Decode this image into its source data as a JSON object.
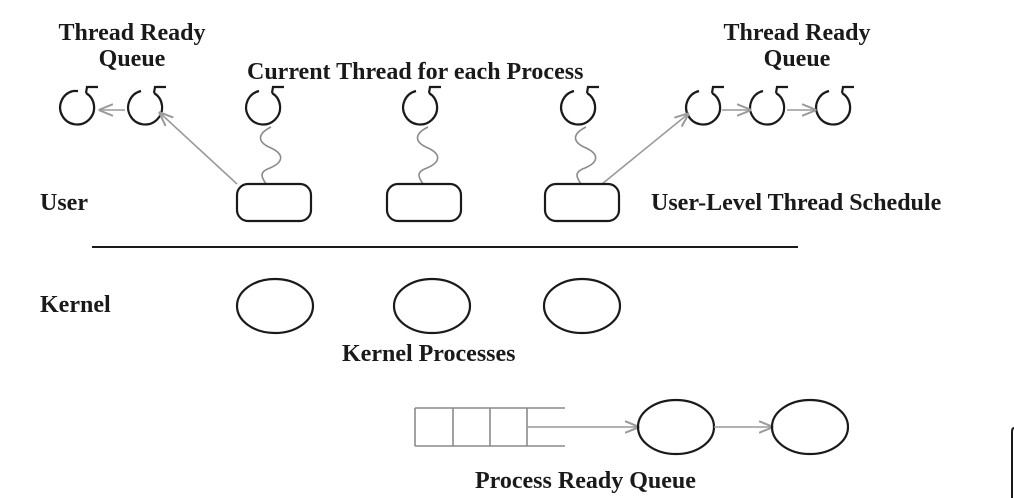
{
  "labels": {
    "left_queue_line1": "Thread Ready",
    "left_queue_line2": "Queue",
    "right_queue_line1": "Thread Ready",
    "right_queue_line2": "Queue",
    "current_thread": "Current Thread for each Process",
    "user": "User",
    "user_level_scheduler": "User-Level Thread Schedule",
    "kernel": "Kernel",
    "kernel_processes": "Kernel Processes",
    "process_ready_queue": "Process Ready Queue"
  },
  "colors": {
    "ink": "#1a1a1a",
    "arrow": "#9a9a9a"
  }
}
